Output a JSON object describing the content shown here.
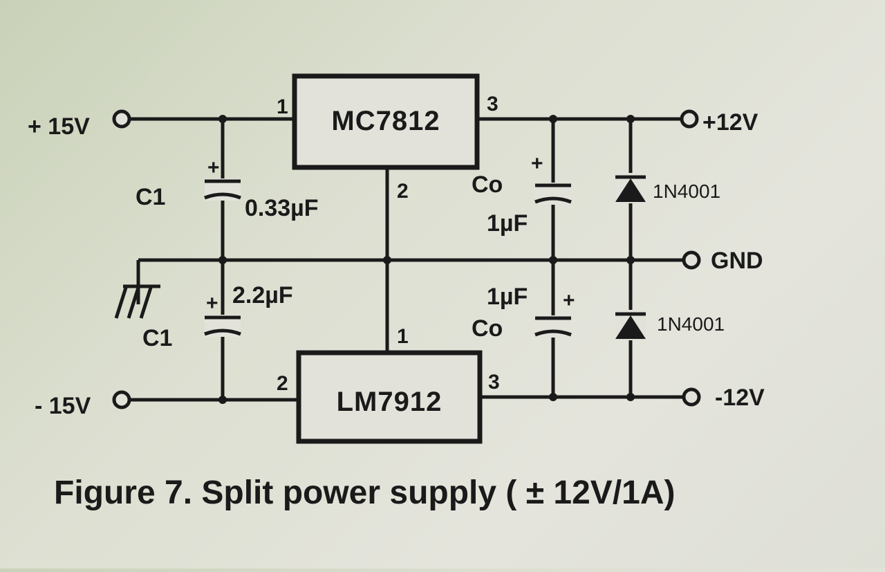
{
  "terminals": {
    "pos_in": "+ 15V",
    "neg_in": "- 15V",
    "pos_out": "+12V",
    "gnd": "GND",
    "neg_out": "-12V"
  },
  "regulators": {
    "positive": {
      "name": "MC7812",
      "pin_in": "1",
      "pin_gnd": "2",
      "pin_out": "3"
    },
    "negative": {
      "name": "LM7912",
      "pin_gnd": "1",
      "pin_in": "2",
      "pin_out": "3"
    }
  },
  "capacitors": {
    "c1_top_name": "C1",
    "c1_top_value": "0.33µF",
    "c1_bottom_name": "C1",
    "c1_bottom_value": "2.2µF",
    "co_top_name": "Co",
    "co_top_value": "1µF",
    "co_bottom_name": "Co",
    "co_bottom_value": "1µF",
    "polarity_mark": "+"
  },
  "diodes": {
    "top": "1N4001",
    "bottom": "1N4001"
  },
  "caption": "Figure 7. Split power supply ( ± 12V/1A)"
}
